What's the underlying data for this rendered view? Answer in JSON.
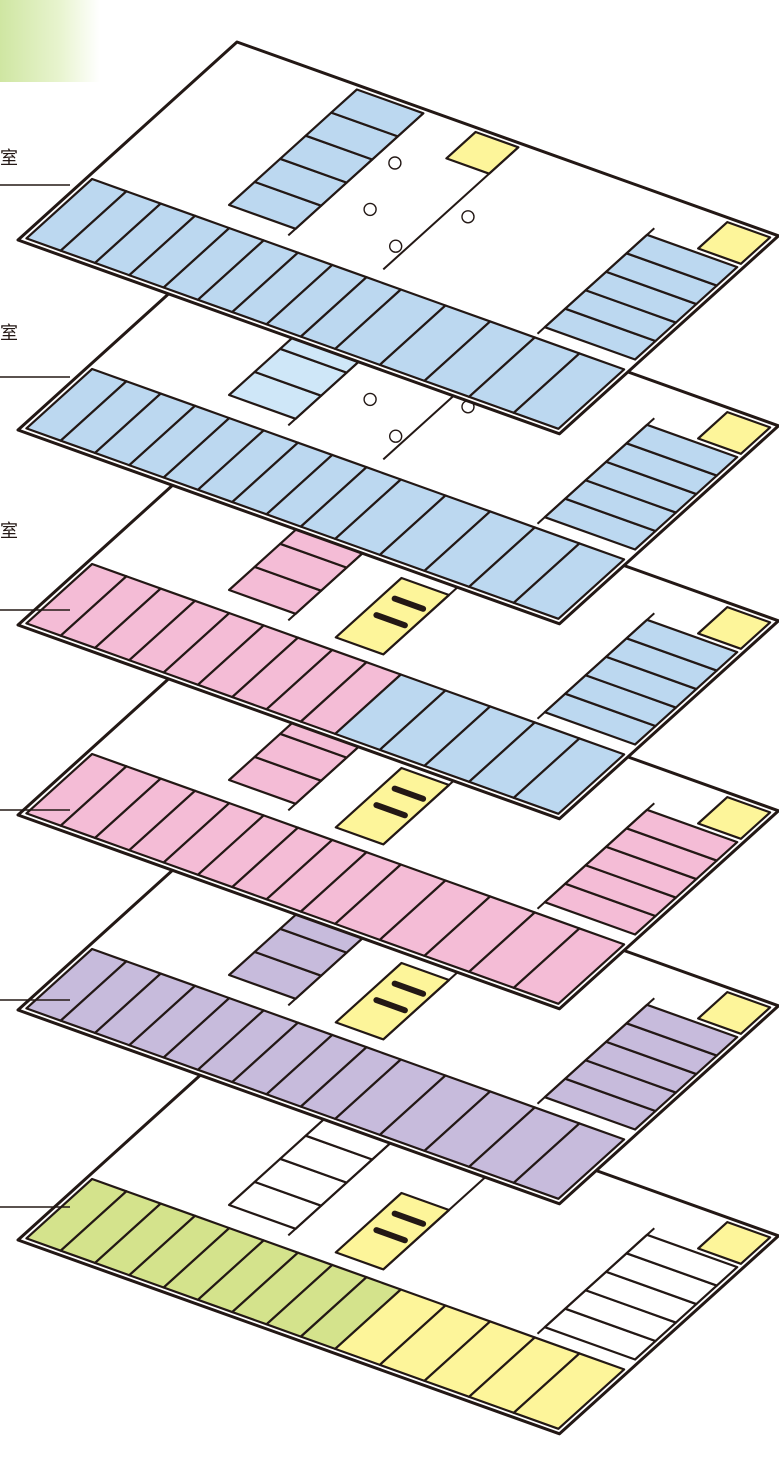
{
  "palette": {
    "blue": "#bcd8f0",
    "light_blue": "#cfe7f8",
    "pink": "#f4bcd6",
    "purple": "#c7bbdc",
    "green": "#d4e38c",
    "yellow": "#fdf59a",
    "outline": "#231815",
    "white": "#ffffff"
  },
  "floors": [
    {
      "id": "floor-6",
      "left_color": "blue",
      "right_color": "blue",
      "bottom_left_color": "blue",
      "bottom_right_color": "blue",
      "upper_left_color": "blue",
      "core": "lounge"
    },
    {
      "id": "floor-5",
      "left_color": "light_blue",
      "right_color": "blue",
      "bottom_left_color": "blue",
      "bottom_right_color": "blue",
      "upper_left_color": "light_blue",
      "core": "lounge"
    },
    {
      "id": "floor-4",
      "left_color": "pink",
      "right_color": "blue",
      "bottom_left_color": "pink",
      "bottom_right_color": "blue",
      "upper_left_color": "pink",
      "core": "stair"
    },
    {
      "id": "floor-3",
      "left_color": "pink",
      "right_color": "pink",
      "bottom_left_color": "pink",
      "bottom_right_color": "pink",
      "upper_left_color": "pink",
      "core": "stair"
    },
    {
      "id": "floor-2",
      "left_color": "purple",
      "right_color": "purple",
      "bottom_left_color": "purple",
      "bottom_right_color": "purple",
      "upper_left_color": "purple",
      "core": "stair"
    },
    {
      "id": "floor-1",
      "left_color": "green",
      "right_color": "white",
      "bottom_left_color": "green",
      "bottom_right_color": "yellow",
      "upper_left_color": "white",
      "core": "entrance"
    }
  ],
  "labels": [
    {
      "text": "室"
    },
    {
      "text": "室"
    },
    {
      "text": "室"
    }
  ]
}
